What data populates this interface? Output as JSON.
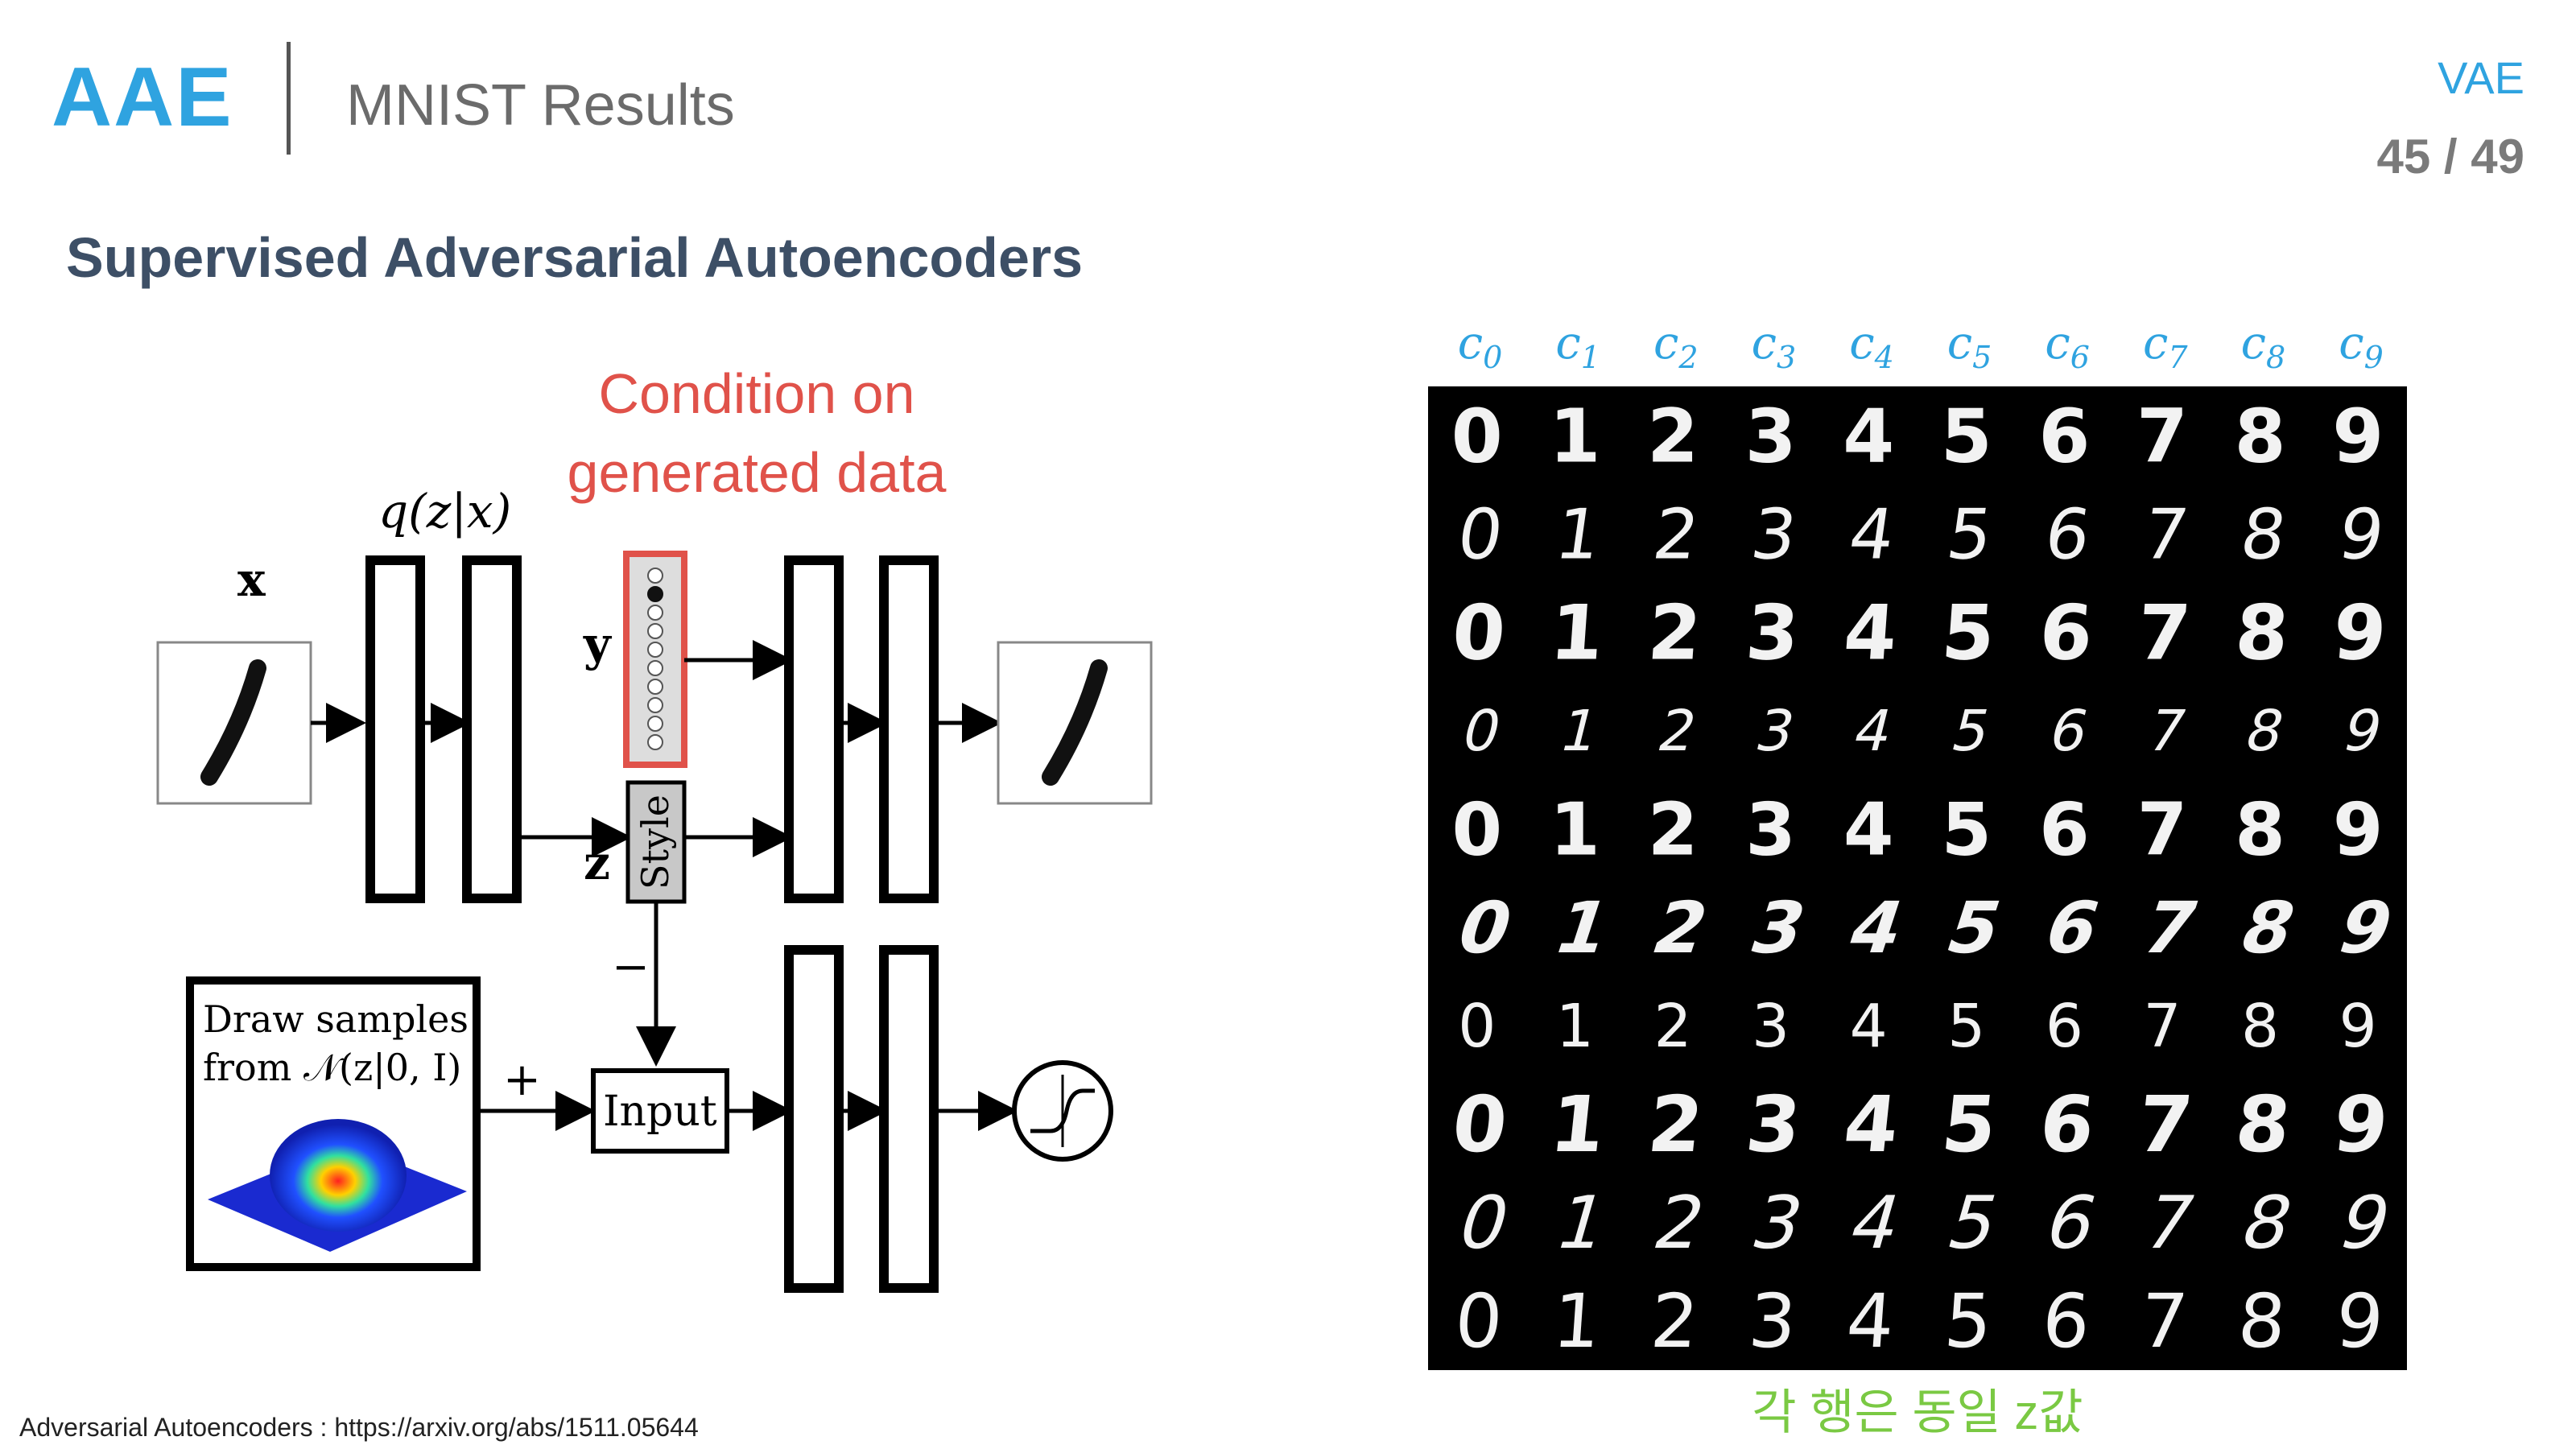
{
  "header": {
    "brand": "AAE",
    "title": "MNIST Results",
    "section_link": "VAE",
    "page_counter": "45 / 49"
  },
  "subtitle": "Supervised Adversarial Autoencoders",
  "diagram": {
    "annotation_line1": "Condition on",
    "annotation_line2": "generated data",
    "encoder_label": "q(z|x)",
    "input_label": "x",
    "label_y": "y",
    "label_z": "z",
    "style_label": "Style",
    "minus_sign": "−",
    "plus_sign": "+",
    "prior_box_line1": "Draw samples",
    "prior_box_line2": "from 𝒩(z|0, I)",
    "input_node": "Input"
  },
  "grid": {
    "column_labels": [
      "c",
      "c",
      "c",
      "c",
      "c",
      "c",
      "c",
      "c",
      "c",
      "c"
    ],
    "column_subscripts": [
      "0",
      "1",
      "2",
      "3",
      "4",
      "5",
      "6",
      "7",
      "8",
      "9"
    ],
    "digits": [
      "0",
      "1",
      "2",
      "3",
      "4",
      "5",
      "6",
      "7",
      "8",
      "9"
    ],
    "rows": 10,
    "note": "각 행은 동일 z값"
  },
  "footnote": "Adversarial  Autoencoders :  https://arxiv.org/abs/1511.05644",
  "colors": {
    "accent": "#2fa3e0",
    "annotation": "#e0524a",
    "note": "#7ac943",
    "subtitle": "#3d4f66"
  }
}
